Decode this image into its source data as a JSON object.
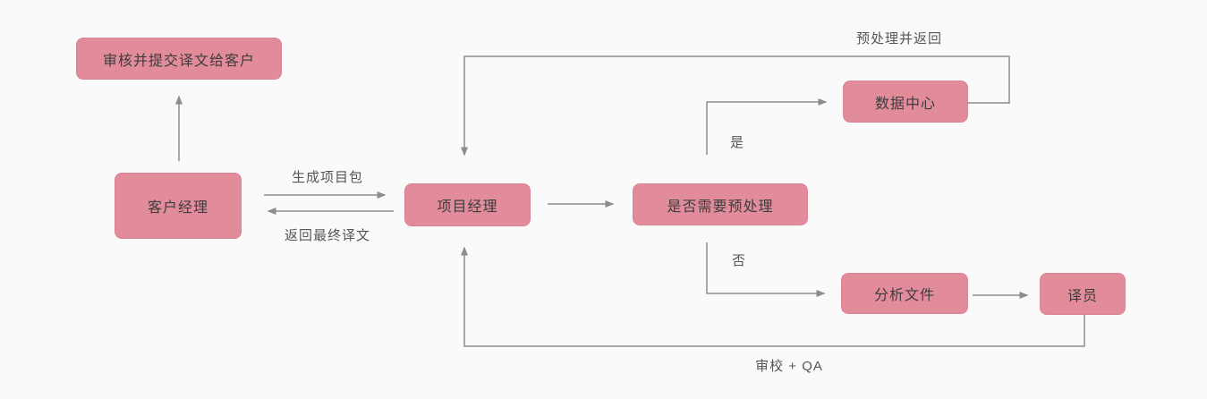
{
  "diagram": {
    "title": "translation-project-workflow-flowchart",
    "nodes": {
      "review_submit": "审核并提交译文给客户",
      "account_manager": "客户经理",
      "project_manager": "项目经理",
      "decision_preprocess": "是否需要预处理",
      "data_center": "数据中心",
      "analyze_files": "分析文件",
      "translator": "译员"
    },
    "edge_labels": {
      "generate_package": "生成项目包",
      "return_final": "返回最终译文",
      "yes": "是",
      "no": "否",
      "preprocess_return": "预处理并返回",
      "review_qa": "审校 + QA"
    },
    "colors": {
      "background": "#fafafa",
      "node_fill": "#e28b9a",
      "node_border": "#dd8494",
      "node_text": "#3d3d3d",
      "line": "#8c8c8c",
      "label_text": "#565656"
    }
  }
}
